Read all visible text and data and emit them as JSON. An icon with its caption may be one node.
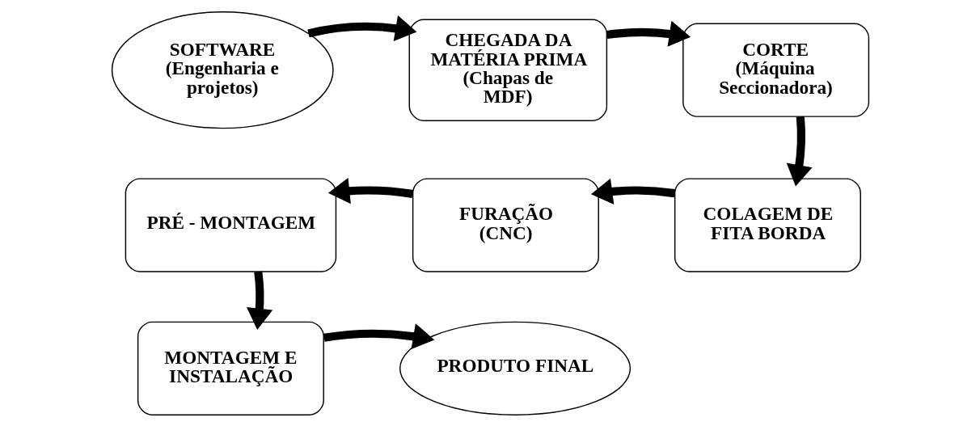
{
  "diagram": {
    "nodes": [
      {
        "text": [
          "SOFTWARE",
          "(Engenharia e projetos)"
        ]
      },
      {
        "text": [
          "CHEGADA DA MATÉRIA PRIMA",
          "(Chapas de MDF)"
        ]
      },
      {
        "text": [
          "CORTE",
          "(Máquina Seccionadora)"
        ]
      },
      {
        "text": [
          "COLAGEM DE FITA BORDA"
        ]
      },
      {
        "text": [
          "FURAÇÃO",
          "(CNC)"
        ]
      },
      {
        "text": [
          "PRÉ - MONTAGEM"
        ]
      },
      {
        "text": [
          "MONTAGEM E INSTALAÇÃO"
        ]
      },
      {
        "text": [
          "PRODUTO FINAL"
        ]
      }
    ],
    "edges": [
      {
        "from": 0,
        "to": 1,
        "arrow": "to"
      },
      {
        "from": 1,
        "to": 2,
        "arrow": "to"
      },
      {
        "from": 2,
        "to": 3,
        "arrow": "to"
      },
      {
        "from": 3,
        "to": 4,
        "arrow": "to"
      },
      {
        "from": 4,
        "to": 5,
        "arrow": "to"
      },
      {
        "from": 5,
        "to": 6,
        "arrow": "to"
      },
      {
        "from": 6,
        "to": 7,
        "arrow": "to"
      }
    ]
  }
}
